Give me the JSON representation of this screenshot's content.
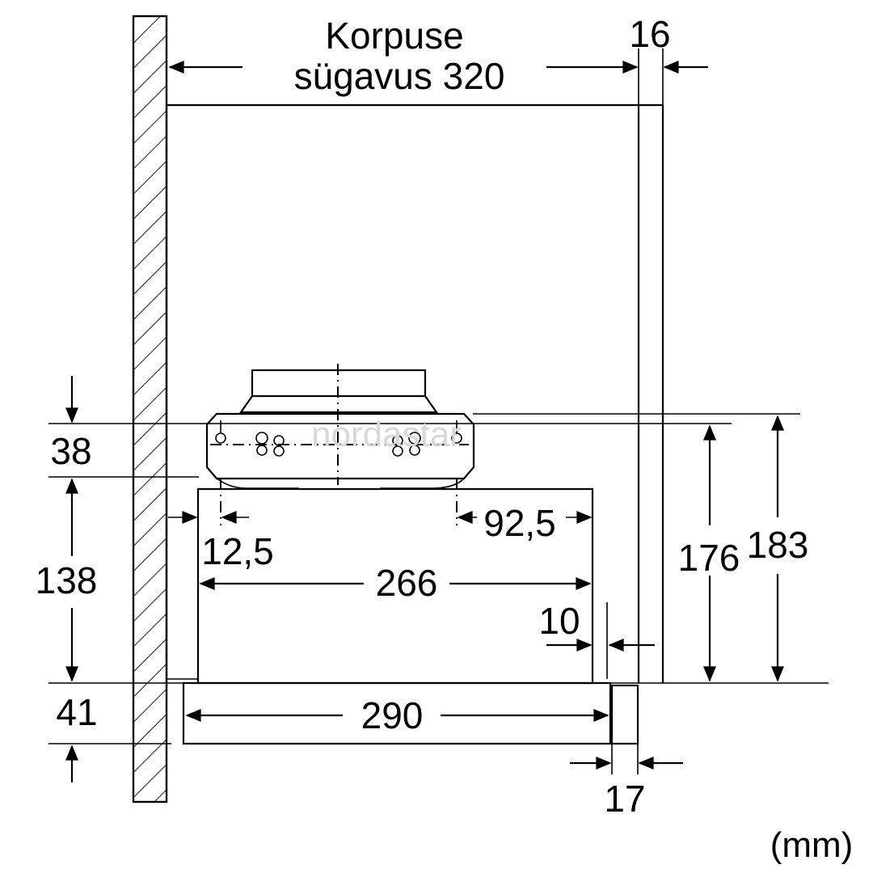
{
  "labels": {
    "cabinet_depth_line1": "Korpuse",
    "cabinet_depth_line2": "sügavus 320",
    "front_panel": "16",
    "top_section": "38",
    "body_height": "138",
    "bottom_strip": "41",
    "offset_left": "12,5",
    "offset_right": "92,5",
    "body_width": "266",
    "gap": "10",
    "tray_width": "290",
    "handle_depth": "17",
    "height_inner": "176",
    "height_total": "183",
    "unit": "(mm)"
  },
  "watermark": "nordastar"
}
